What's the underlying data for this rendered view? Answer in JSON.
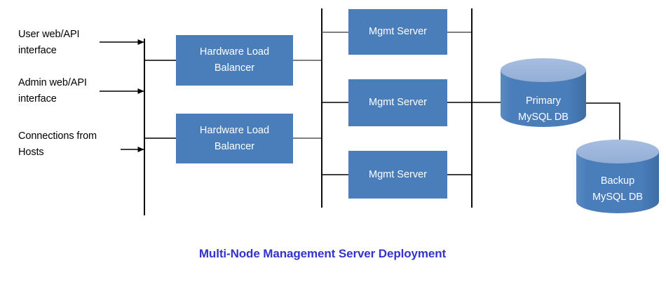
{
  "title": "Multi-Node Management Server Deployment",
  "colors": {
    "node_fill": "#4A7EBB",
    "cylinder_body": "#4A7EBB",
    "cylinder_top": "#9DB7DC",
    "line": "#000000",
    "title_text": "#3333CC",
    "node_text": "#FFFFFF",
    "label_text": "#000000",
    "background": "#FFFFFF"
  },
  "inputs": [
    {
      "label": "User web/API\ninterface"
    },
    {
      "label": "Admin web/API\ninterface"
    },
    {
      "label": "Connections from\nHosts"
    }
  ],
  "load_balancers": [
    {
      "label": "Hardware Load\nBalancer"
    },
    {
      "label": "Hardware Load\nBalancer"
    }
  ],
  "mgmt_servers": [
    {
      "label": "Mgmt Server"
    },
    {
      "label": "Mgmt Server"
    },
    {
      "label": "Mgmt Server"
    }
  ],
  "databases": [
    {
      "label": "Primary\nMySQL DB",
      "role": "primary"
    },
    {
      "label": "Backup\nMySQL DB",
      "role": "backup"
    }
  ]
}
